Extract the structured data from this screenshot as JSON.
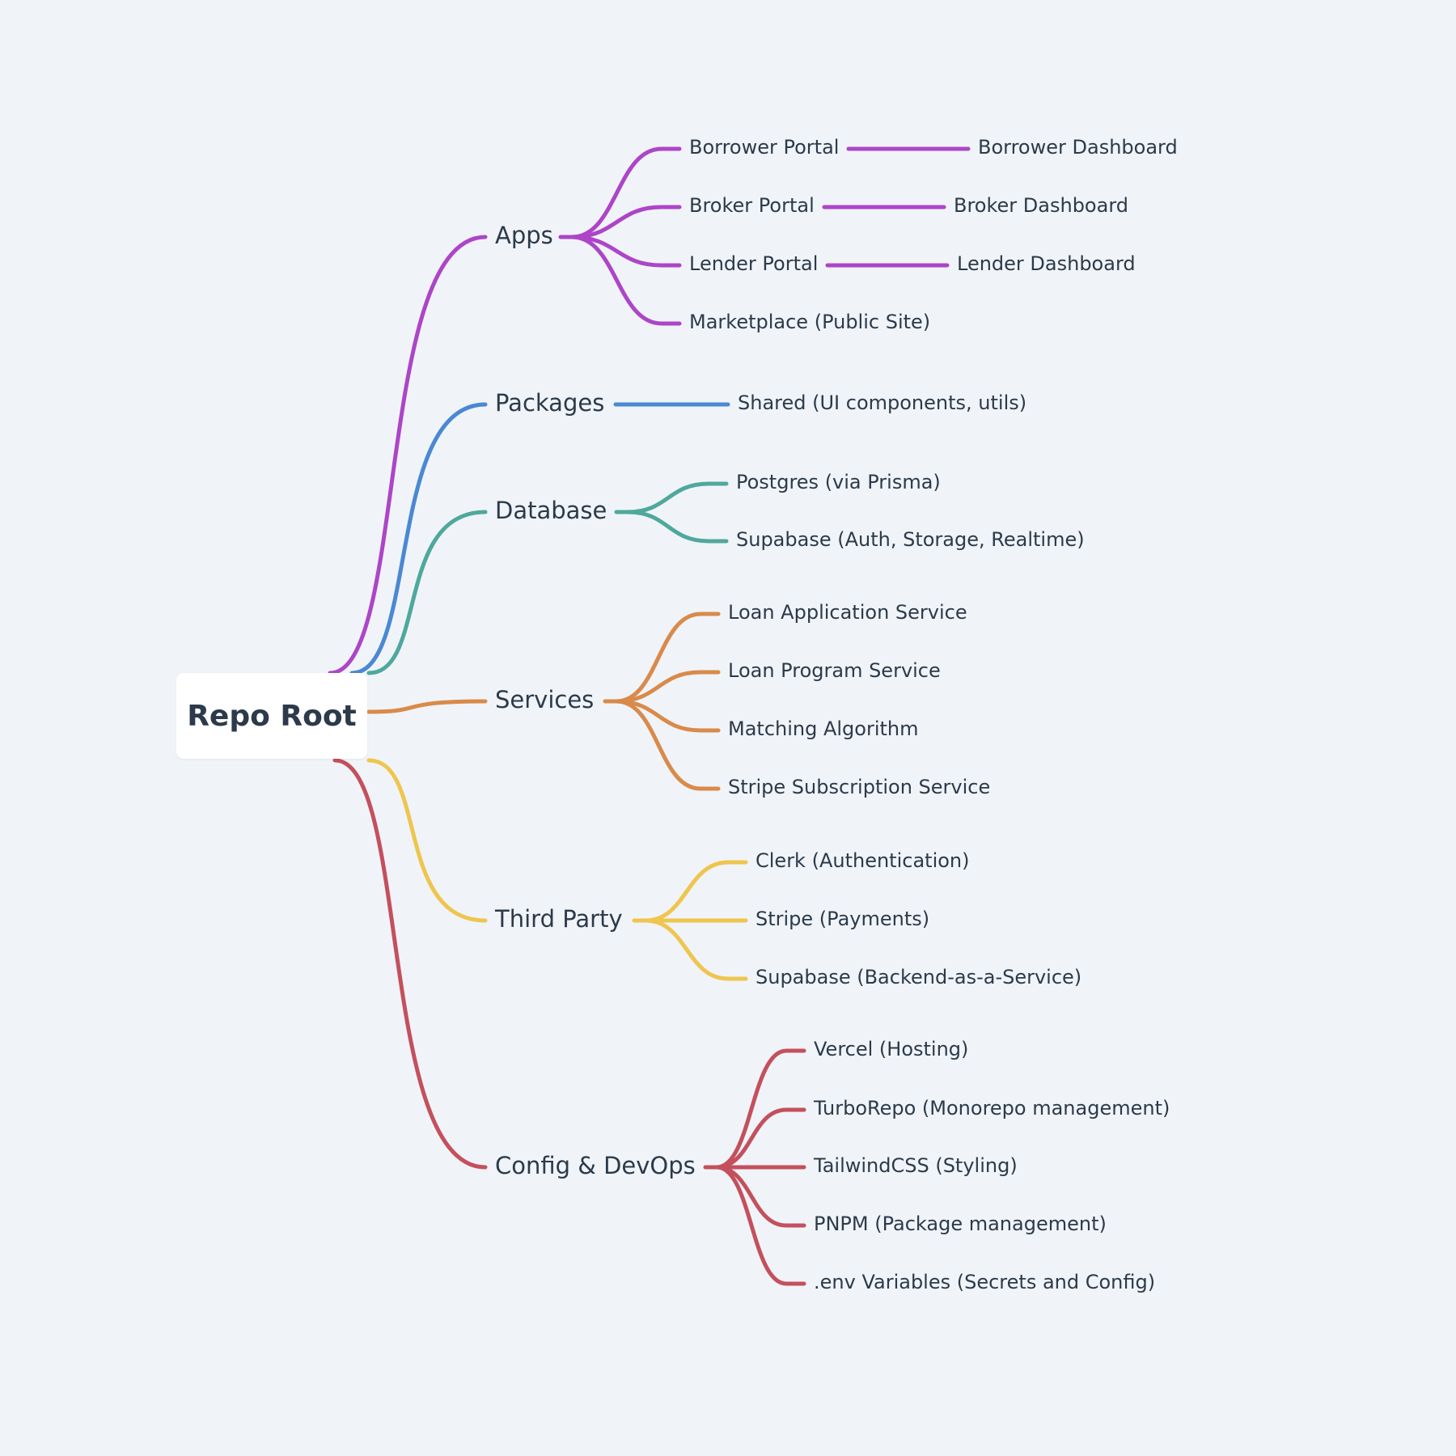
{
  "root": {
    "label": "Repo Root"
  },
  "branches": [
    {
      "label": "Apps",
      "color": "#ad45c8",
      "children": [
        {
          "label": "Borrower Portal",
          "child": "Borrower Dashboard"
        },
        {
          "label": "Broker Portal",
          "child": "Broker Dashboard"
        },
        {
          "label": "Lender Portal",
          "child": "Lender Dashboard"
        },
        {
          "label": "Marketplace (Public Site)"
        }
      ]
    },
    {
      "label": "Packages",
      "color": "#4a88d4",
      "children": [
        {
          "label": "Shared (UI components, utils)"
        }
      ]
    },
    {
      "label": "Database",
      "color": "#4fa89d",
      "children": [
        {
          "label": "Postgres (via Prisma)"
        },
        {
          "label": "Supabase (Auth, Storage, Realtime)"
        }
      ]
    },
    {
      "label": "Services",
      "color": "#d98a4a",
      "children": [
        {
          "label": "Loan Application Service"
        },
        {
          "label": "Loan Program Service"
        },
        {
          "label": "Matching Algorithm"
        },
        {
          "label": "Stripe Subscription Service"
        }
      ]
    },
    {
      "label": "Third Party",
      "color": "#eec54e",
      "children": [
        {
          "label": "Clerk (Authentication)"
        },
        {
          "label": "Stripe (Payments)"
        },
        {
          "label": "Supabase (Backend-as-a-Service)"
        }
      ]
    },
    {
      "label": "Config & DevOps",
      "color": "#c4505d",
      "children": [
        {
          "label": "Vercel (Hosting)"
        },
        {
          "label": "TurboRepo (Monorepo management)"
        },
        {
          "label": "TailwindCSS (Styling)"
        },
        {
          "label": "PNPM (Package management)"
        },
        {
          "label": ".env Variables (Secrets and Config)"
        }
      ]
    }
  ]
}
